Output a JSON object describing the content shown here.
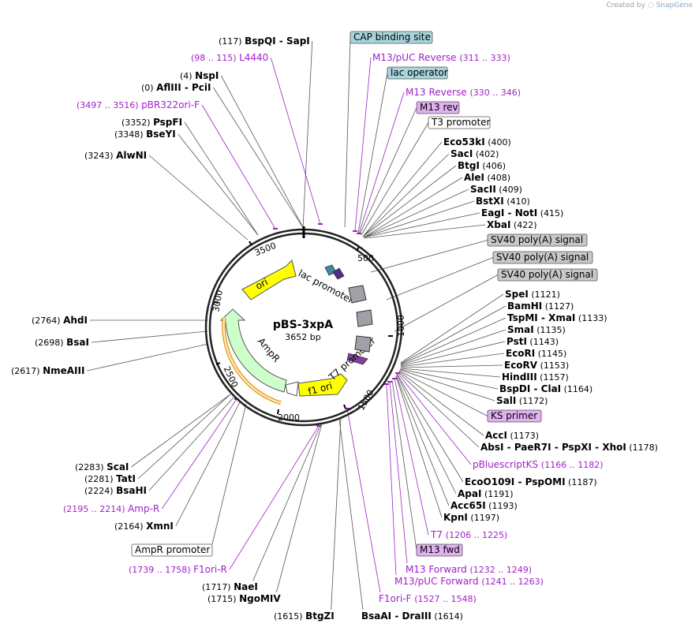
{
  "credit": {
    "created_by": "Created by",
    "brand": "SnapGene"
  },
  "plasmid": {
    "name": "pBS-3xpA",
    "length_label": "3652 bp",
    "length": 3652
  },
  "ticks": [
    "500",
    "1000",
    "1500",
    "2000",
    "2500",
    "3000",
    "3500"
  ],
  "inner_features": [
    {
      "name": "ori",
      "color": "#ffff00"
    },
    {
      "name": "AmpR",
      "color": "#ccffcc"
    },
    {
      "name": "f1 ori",
      "color": "#ffff00"
    },
    {
      "name": "lac promoter",
      "color": "#ffffff"
    },
    {
      "name": "T7 promoter",
      "color": "#ffffff"
    }
  ],
  "labels": [
    {
      "id": "bspqi",
      "enzymes": [
        "BspQI",
        "SapI"
      ],
      "pos": "(117)"
    },
    {
      "id": "l4440",
      "primer": "L4440",
      "range": "(98 .. 115)"
    },
    {
      "id": "nspi",
      "enzymes": [
        "NspI"
      ],
      "pos": "(4)"
    },
    {
      "id": "afliii",
      "enzymes": [
        "AflIII",
        "PciI"
      ],
      "pos": "(0)"
    },
    {
      "id": "pbr322",
      "primer": "pBR322ori-F",
      "range": "(3497 .. 3516)"
    },
    {
      "id": "pspfi",
      "enzymes": [
        "PspFI"
      ],
      "pos": "(3352)"
    },
    {
      "id": "bseyi",
      "enzymes": [
        "BseYI"
      ],
      "pos": "(3348)"
    },
    {
      "id": "alwni",
      "enzymes": [
        "AlwNI"
      ],
      "pos": "(3243)"
    },
    {
      "id": "cap",
      "box": "CAP binding site"
    },
    {
      "id": "m13puc",
      "primer": "M13/pUC Reverse",
      "range": "(311 .. 333)"
    },
    {
      "id": "lacop",
      "box": "lac operator"
    },
    {
      "id": "m13rev",
      "primer": "M13 Reverse",
      "range": "(330 .. 346)"
    },
    {
      "id": "m13revbox",
      "box": "M13 rev"
    },
    {
      "id": "t3",
      "box": "T3 promoter"
    },
    {
      "id": "eco53ki",
      "enzymes": [
        "Eco53kI"
      ],
      "pos": "(400)"
    },
    {
      "id": "saci",
      "enzymes": [
        "SacI"
      ],
      "pos": "(402)"
    },
    {
      "id": "btgi",
      "enzymes": [
        "BtgI"
      ],
      "pos": "(406)"
    },
    {
      "id": "alei",
      "enzymes": [
        "AleI"
      ],
      "pos": "(408)"
    },
    {
      "id": "sacii",
      "enzymes": [
        "SacII"
      ],
      "pos": "(409)"
    },
    {
      "id": "bstxi",
      "enzymes": [
        "BstXI"
      ],
      "pos": "(410)"
    },
    {
      "id": "eagi",
      "enzymes": [
        "EagI",
        "NotI"
      ],
      "pos": "(415)"
    },
    {
      "id": "xbai",
      "enzymes": [
        "XbaI"
      ],
      "pos": "(422)"
    },
    {
      "id": "sv40a",
      "box": "SV40 poly(A) signal"
    },
    {
      "id": "sv40b",
      "box": "SV40 poly(A) signal"
    },
    {
      "id": "sv40c",
      "box": "SV40 poly(A) signal"
    },
    {
      "id": "spei",
      "enzymes": [
        "SpeI"
      ],
      "pos": "(1121)"
    },
    {
      "id": "bamhi",
      "enzymes": [
        "BamHI"
      ],
      "pos": "(1127)"
    },
    {
      "id": "tspmi",
      "enzymes": [
        "TspMI",
        "XmaI"
      ],
      "pos": "(1133)"
    },
    {
      "id": "smai",
      "enzymes": [
        "SmaI"
      ],
      "pos": "(1135)"
    },
    {
      "id": "psti",
      "enzymes": [
        "PstI"
      ],
      "pos": "(1143)"
    },
    {
      "id": "ecori",
      "enzymes": [
        "EcoRI"
      ],
      "pos": "(1145)"
    },
    {
      "id": "ecorv",
      "enzymes": [
        "EcoRV"
      ],
      "pos": "(1153)"
    },
    {
      "id": "hindiii",
      "enzymes": [
        "HindIII"
      ],
      "pos": "(1157)"
    },
    {
      "id": "bspdi",
      "enzymes": [
        "BspDI",
        "ClaI"
      ],
      "pos": "(1164)"
    },
    {
      "id": "sali",
      "enzymes": [
        "SalI"
      ],
      "pos": "(1172)"
    },
    {
      "id": "ksbox",
      "box": "KS primer"
    },
    {
      "id": "acci",
      "enzymes": [
        "AccI"
      ],
      "pos": "(1173)"
    },
    {
      "id": "absi",
      "enzymes": [
        "AbsI",
        "PaeR7I",
        "PspXI",
        "XhoI"
      ],
      "pos": "(1178)"
    },
    {
      "id": "pbks",
      "primer": "pBluescriptKS",
      "range": "(1166 .. 1182)"
    },
    {
      "id": "eco0109i",
      "enzymes": [
        "EcoO109I",
        "PspOMI"
      ],
      "pos": "(1187)"
    },
    {
      "id": "apai",
      "enzymes": [
        "ApaI"
      ],
      "pos": "(1191)"
    },
    {
      "id": "acc65i",
      "enzymes": [
        "Acc65I"
      ],
      "pos": "(1193)"
    },
    {
      "id": "kpni",
      "enzymes": [
        "KpnI"
      ],
      "pos": "(1197)"
    },
    {
      "id": "t7",
      "primer": "T7",
      "range": "(1206 .. 1225)"
    },
    {
      "id": "m13fwdbox",
      "box": "M13 fwd"
    },
    {
      "id": "m13fwd",
      "primer": "M13 Forward",
      "range": "(1232 .. 1249)"
    },
    {
      "id": "m13pucfwd",
      "primer": "M13/pUC Forward",
      "range": "(1241 .. 1263)"
    },
    {
      "id": "f1orif",
      "primer": "F1ori-F",
      "range": "(1527 .. 1548)"
    },
    {
      "id": "bsaai",
      "enzymes": [
        "BsaAI",
        "DraIII"
      ],
      "pos": "(1614)"
    },
    {
      "id": "btgzi",
      "enzymes": [
        "BtgZI"
      ],
      "pos": "(1615)"
    },
    {
      "id": "ngomiv",
      "enzymes": [
        "NgoMIV"
      ],
      "pos": "(1715)"
    },
    {
      "id": "naei",
      "enzymes": [
        "NaeI"
      ],
      "pos": "(1717)"
    },
    {
      "id": "f1orir",
      "primer": "F1ori-R",
      "range": "(1739 .. 1758)"
    },
    {
      "id": "amprprom",
      "box": "AmpR promoter"
    },
    {
      "id": "xmni",
      "enzymes": [
        "XmnI"
      ],
      "pos": "(2164)"
    },
    {
      "id": "ampr",
      "primer": "Amp-R",
      "range": "(2195 .. 2214)"
    },
    {
      "id": "bsahi",
      "enzymes": [
        "BsaHI"
      ],
      "pos": "(2224)"
    },
    {
      "id": "tati",
      "enzymes": [
        "TatI"
      ],
      "pos": "(2281)"
    },
    {
      "id": "scai",
      "enzymes": [
        "ScaI"
      ],
      "pos": "(2283)"
    },
    {
      "id": "nmeaiii",
      "enzymes": [
        "NmeAIII"
      ],
      "pos": "(2617)"
    },
    {
      "id": "bsai",
      "enzymes": [
        "BsaI"
      ],
      "pos": "(2698)"
    },
    {
      "id": "ahdi",
      "enzymes": [
        "AhdI"
      ],
      "pos": "(2764)"
    }
  ]
}
